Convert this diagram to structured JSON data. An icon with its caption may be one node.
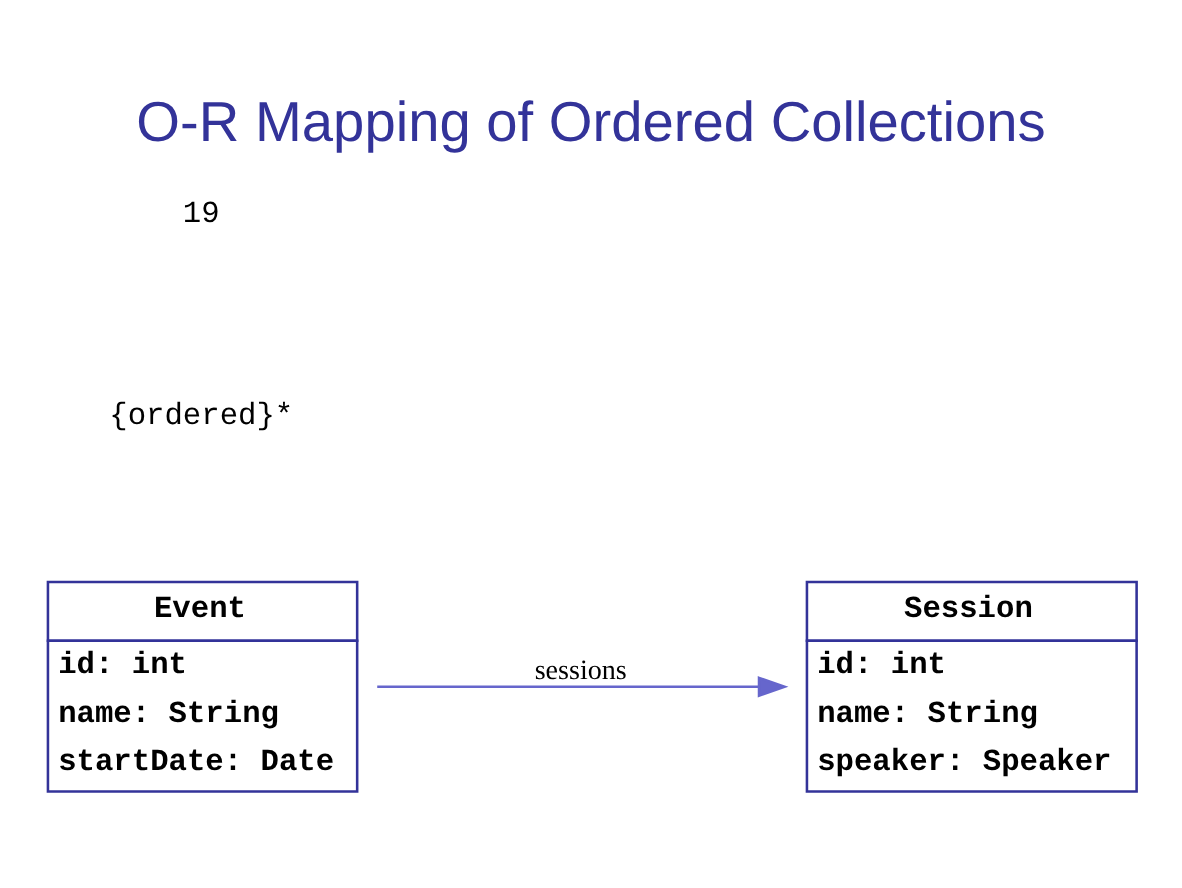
{
  "diagram": {
    "title": "O-R Mapping of Ordered Collections",
    "nodes": [
      {
        "text": [
          "Event",
          "id: int",
          "name: String",
          "startDate: Date"
        ]
      },
      {
        "text": [
          "Session",
          "id: int",
          "name: String",
          "speaker: Speaker"
        ]
      }
    ],
    "edges": [
      {
        "from": 0,
        "to": 1,
        "arrow": "to",
        "label": "sessions",
        "color": "#6666cc"
      }
    ],
    "labels": [
      "{ordered}*",
      "19"
    ]
  }
}
